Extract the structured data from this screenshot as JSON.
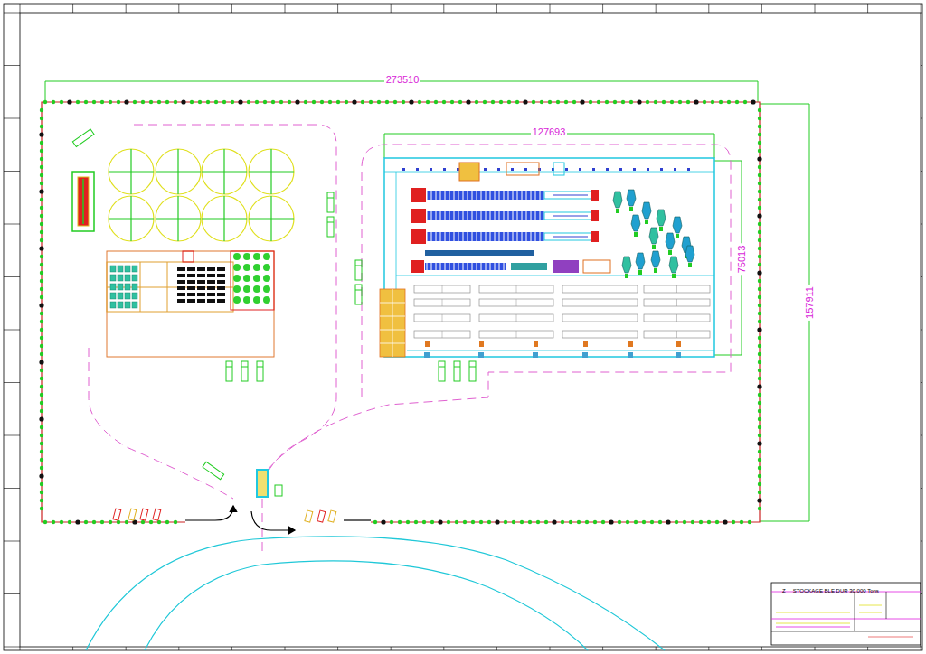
{
  "diagram": {
    "nodes": [
      {
        "text": [
          "Z",
          "STOCKAGE BLE DUR 30.000 Tons"
        ]
      }
    ],
    "labels": [
      "273510",
      "127693",
      "75013",
      "157911"
    ]
  }
}
